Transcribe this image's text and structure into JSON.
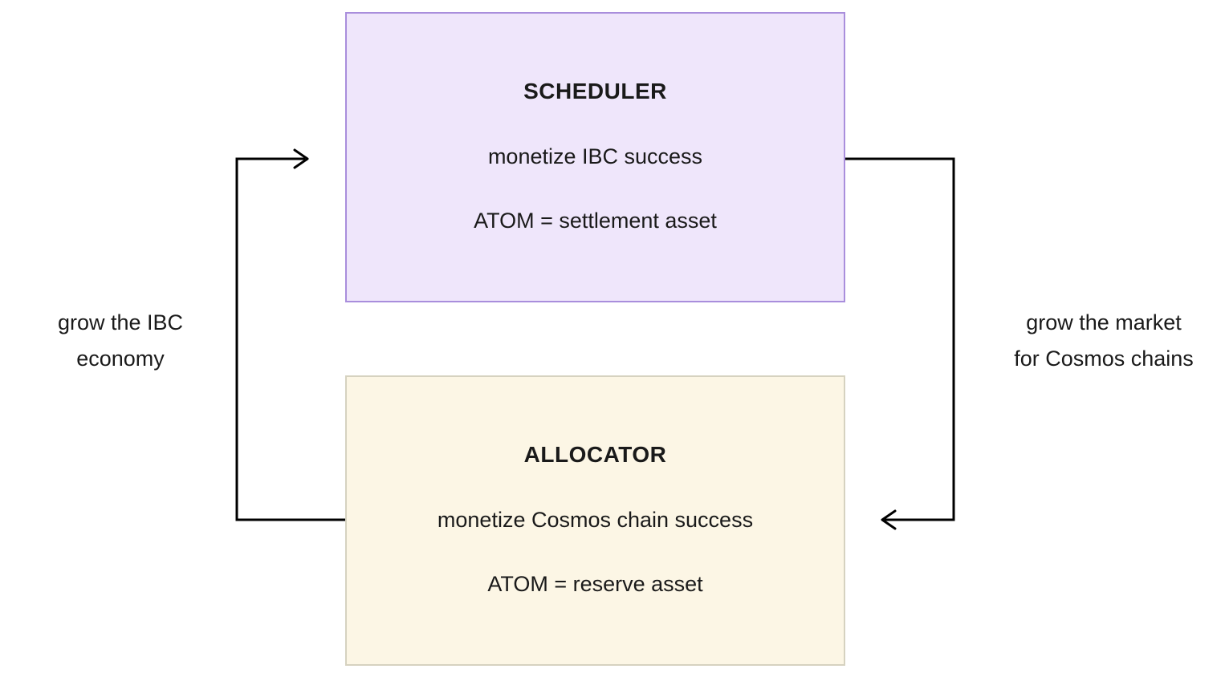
{
  "diagram": {
    "scheduler": {
      "title": "SCHEDULER",
      "line1": "monetize IBC success",
      "line2": "ATOM = settlement asset"
    },
    "allocator": {
      "title": "ALLOCATOR",
      "line1": "monetize Cosmos chain success",
      "line2": "ATOM = reserve asset"
    },
    "left_label": {
      "line1": "grow the IBC",
      "line2": "economy"
    },
    "right_label": {
      "line1": "grow the market",
      "line2": "for Cosmos chains"
    },
    "colors": {
      "scheduler_fill": "#efe6fb",
      "scheduler_border": "#a98edc",
      "allocator_fill": "#fcf6e5",
      "allocator_border": "#d6d2c0",
      "arrow": "#000000"
    }
  }
}
